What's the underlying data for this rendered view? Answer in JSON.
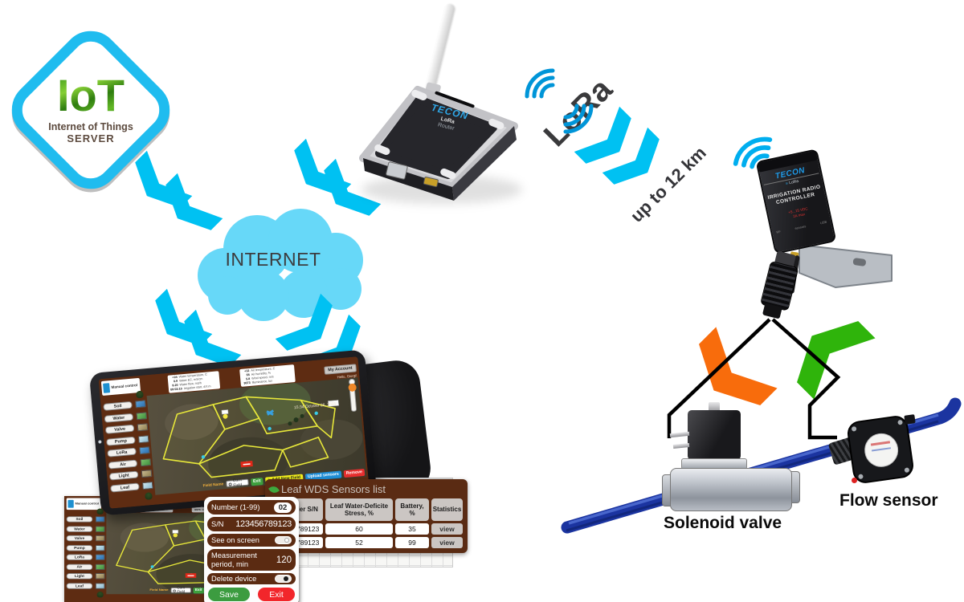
{
  "iot": {
    "title": "IoT",
    "subtitle": "Internet of Things",
    "server": "SERVER"
  },
  "internet_label": "INTERNET",
  "lora_label": "LoRa",
  "range_label": "up to 12 km",
  "router": {
    "brand": "TECON",
    "tech": "LoRa",
    "label": "Router"
  },
  "controller": {
    "brand": "TECON",
    "tech": "LoRa",
    "title": "IRRIGATION RADIO CONTROLLER",
    "warning_line1": "+5...15 VDC",
    "warning_line2": "2A max",
    "port_labels": [
      "RF",
      "sensors",
      "USB"
    ]
  },
  "pipe": {
    "solenoid_label": "Solenoid valve",
    "flow_label": "Flow sensor"
  },
  "app": {
    "manual_control": "Manual control",
    "account_button": "My Account",
    "greeting": "Hello, Giorgi!",
    "datetime": "15:34  October 26, 2021",
    "sidebar": [
      "Soil",
      "Water",
      "Valve",
      "Pump",
      "LoRa",
      "Air",
      "Light",
      "Leaf"
    ],
    "info_card_left": {
      "labels": [
        "Water temperature, C",
        "Water EC, mS/cm",
        "Water flow, m3/h",
        "Irrigation start, d:h:m"
      ],
      "values": [
        "+24",
        "0.9",
        "8.20",
        "09:03:10"
      ]
    },
    "info_card_right": {
      "labels": [
        "Air temperature, C",
        "Air humidity, %",
        "Wind speed, m/s",
        "Illuminance, lux"
      ],
      "values": [
        "+12",
        "65",
        "5.8",
        "9073"
      ]
    },
    "field_name_label": "Field Name",
    "field_name_value": "Corn Field",
    "exit_button": "Exit",
    "add_field_plus": "+",
    "add_field_button": "Add New Field",
    "upload_button": "Upload sensors",
    "remove_button": "Remove"
  },
  "sensors_panel": {
    "title": "Leaf WDS Sensors list",
    "headers": [
      "Controller S/N",
      "Leaf Water-Deficite Stress, %",
      "Battery, %",
      "Statistics"
    ],
    "rows": [
      [
        "123456789123",
        "60",
        "35",
        "view"
      ],
      [
        "123456789123",
        "52",
        "99",
        "view"
      ]
    ]
  },
  "dialog": {
    "number_label": "Number (1-99)",
    "number_value": "02",
    "sn_label": "S/N",
    "sn_value": "123456789123",
    "see_label": "See on screen",
    "see_on": true,
    "period_label": "Measurement period, min",
    "period_value": "120",
    "delete_label": "Delete device",
    "delete_on": false,
    "save_button": "Save",
    "exit_button": "Exit"
  },
  "colors": {
    "accent_cyan": "#00C1F2",
    "cloud_blue": "#67D8F8",
    "ui_brown": "#5B2B12",
    "pipe_blue": "#1B34A0",
    "arrow_orange": "#F86C0C",
    "arrow_green": "#2FB40B",
    "save_green": "#3C9C40",
    "exit_red": "#F2262B",
    "brand_blue": "#1E9BE9",
    "field_yellow": "#E7E73A"
  }
}
